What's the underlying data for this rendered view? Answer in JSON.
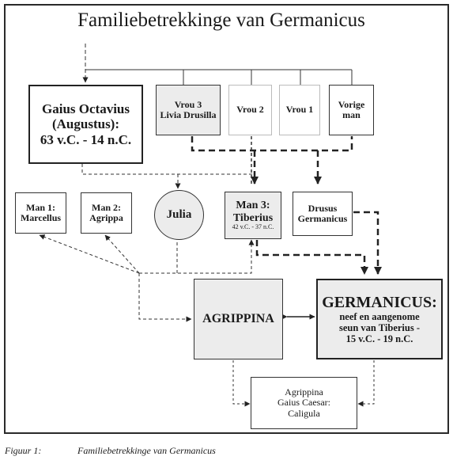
{
  "title": "Familiebetrekkinge van Germanicus",
  "nodes": {
    "augustus": {
      "line1": "Gaius Octavius",
      "line2": "(Augustus):",
      "line3": "63 v.C. - 14 n.C."
    },
    "vrou3": {
      "line1": "Vrou 3",
      "line2": "Livia Drusilla"
    },
    "vrou2": {
      "label": "Vrou 2"
    },
    "vrou1": {
      "label": "Vrou 1"
    },
    "vorige_man": {
      "line1": "Vorige",
      "line2": "man"
    },
    "man1": {
      "line1": "Man 1:",
      "line2": "Marcellus"
    },
    "man2": {
      "line1": "Man 2:",
      "line2": "Agrippa"
    },
    "julia": {
      "label": "Julia"
    },
    "tiberius": {
      "line1": "Man 3:",
      "line2": "Tiberius",
      "dates": "42 v.C. - 37 n.C."
    },
    "drusus": {
      "line1": "Drusus",
      "line2": "Germanicus"
    },
    "agrippina": {
      "label": "AGRIPPINA"
    },
    "germanicus": {
      "line1": "GERMANICUS:",
      "line2": "neef en aangenome",
      "line3": "seun van Tiberius -",
      "line4": "15 v.C. - 19 n.C."
    },
    "caligula": {
      "line1": "Agrippina",
      "line2": "Gaius Caesar:",
      "line3": "Caligula"
    }
  },
  "caption": {
    "label": "Figuur 1:",
    "text": "Familiebetrekkinge van Germanicus"
  }
}
